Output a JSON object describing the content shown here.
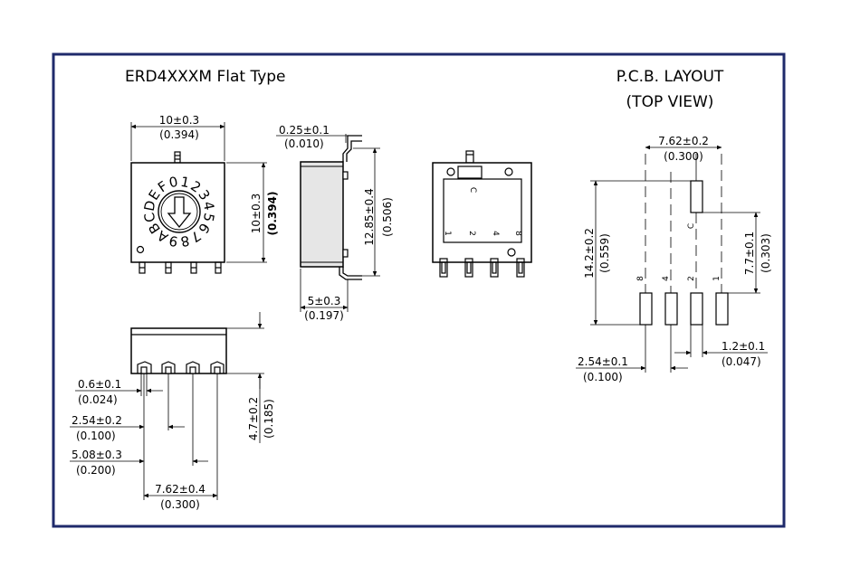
{
  "colors": {
    "frame": "#1f2a6b",
    "line": "#000000",
    "body_fill": "#e6e6e6"
  },
  "title": "ERD4XXXM Flat Type",
  "pcb_title_line1": "P.C.B. LAYOUT",
  "pcb_title_line2": "(TOP VIEW)",
  "dial_digits": [
    "0",
    "1",
    "2",
    "3",
    "4",
    "5",
    "6",
    "7",
    "8",
    "9",
    "A",
    "B",
    "C",
    "D",
    "E",
    "F"
  ],
  "front_view": {
    "width_mm": "10±0.3",
    "width_in": "(0.394)",
    "height_mm": "10±0.3",
    "height_in": "(0.394)"
  },
  "side_view": {
    "lead_thickness_mm": "0.25±0.1",
    "lead_thickness_in": "(0.010)",
    "overall_height_mm": "12.85±0.4",
    "overall_height_in": "(0.506)",
    "depth_mm": "5±0.3",
    "depth_in": "(0.197)"
  },
  "back_view": {
    "pin_labels": [
      "1",
      "2",
      "4",
      "8"
    ],
    "common_label": "C"
  },
  "bottom_view": {
    "pin_width_mm": "0.6±0.1",
    "pin_width_in": "(0.024)",
    "pitch_mm": "2.54±0.2",
    "pitch_in": "(0.100)",
    "pitch2_mm": "5.08±0.3",
    "pitch2_in": "(0.200)",
    "span_mm": "7.62±0.4",
    "span_in": "(0.300)",
    "height_mm": "4.7±0.2",
    "height_in": "(0.185)"
  },
  "pcb_layout": {
    "span_mm": "7.62±0.2",
    "span_in": "(0.300)",
    "length_mm": "14.2±0.2",
    "length_in": "(0.559)",
    "row_gap_mm": "7.7±0.1",
    "row_gap_in": "(0.303)",
    "pitch_mm": "2.54±0.1",
    "pitch_in": "(0.100)",
    "pad_width_mm": "1.2±0.1",
    "pad_width_in": "(0.047)",
    "pad_labels": [
      "8",
      "4",
      "2",
      "1"
    ],
    "common_label": "C"
  }
}
